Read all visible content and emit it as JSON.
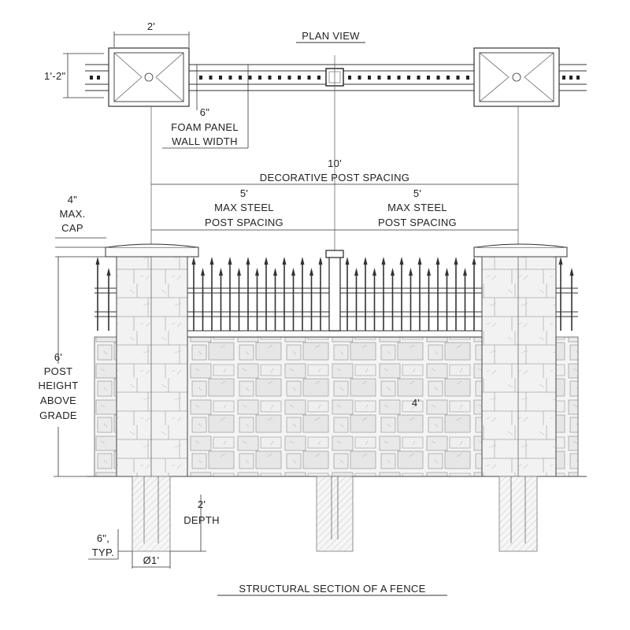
{
  "labels": {
    "plan_title": "PLAN VIEW",
    "post_width": "2'",
    "post_depth": "1'-2\"",
    "foam_dim": "6\"",
    "foam_l1": "FOAM PANEL",
    "foam_l2": "WALL WIDTH",
    "spacing_total": "10'",
    "spacing_total_label": "DECORATIVE POST SPACING",
    "steel_left_dim": "5'",
    "steel_left_l1": "MAX STEEL",
    "steel_left_l2": "POST SPACING",
    "steel_right_dim": "5'",
    "steel_right_l1": "MAX STEEL",
    "steel_right_l2": "POST SPACING",
    "cap_dim": "4\"",
    "cap_l1": "MAX.",
    "cap_l2": "CAP",
    "height_dim": "6'",
    "height_l1": "POST",
    "height_l2": "HEIGHT",
    "height_l3": "ABOVE",
    "height_l4": "GRADE",
    "wall_dim": "4'",
    "depth_dim": "2'",
    "depth_label": "DEPTH",
    "footing_offset_dim": "6\",",
    "footing_offset_label": "TYP.",
    "footing_diameter": "Ø1'",
    "section_title": "STRUCTURAL SECTION OF A FENCE"
  }
}
